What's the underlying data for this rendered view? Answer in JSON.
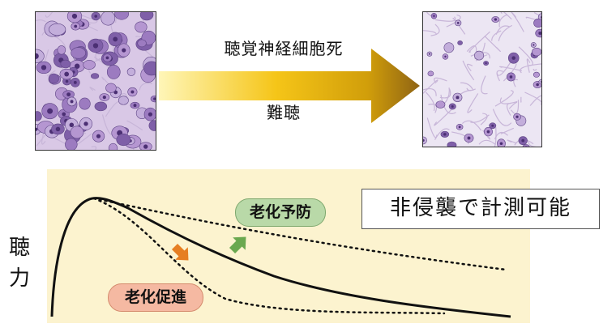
{
  "top": {
    "arrow_label_top": "聴覚神経細胞死",
    "arrow_label_bottom": "難聴",
    "arrow_colors": [
      "#fff2a8",
      "#f5c518",
      "#d9a400",
      "#9a6b10"
    ]
  },
  "images": {
    "left": "cochlear-tissue-dense-cells",
    "right": "cochlear-tissue-sparse-cells"
  },
  "plot": {
    "y_label": "聴力",
    "background": "#fcf3cf",
    "prevent_label": "老化予防",
    "promote_label": "老化促進",
    "prevent_color": "#b9d9a8",
    "promote_color": "#f5b9a2",
    "up_arrow_color": "#6aa84f",
    "down_arrow_color": "#e67e22"
  },
  "measure_text": "非侵襲で計測可能"
}
